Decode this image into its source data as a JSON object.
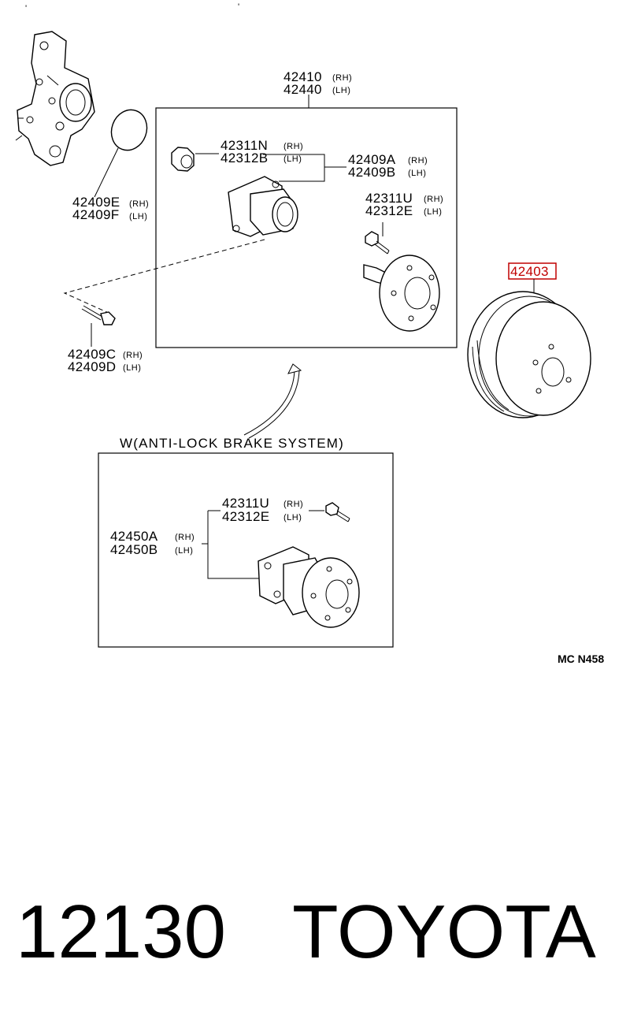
{
  "diagram": {
    "top_marks": [
      "'",
      "'"
    ],
    "main_box": {
      "title_rh": "42410",
      "title_rh_side": "(RH)",
      "title_lh": "42440",
      "title_lh_side": "(LH)",
      "nut_rh": "42311N",
      "nut_rh_side": "(RH)",
      "nut_lh": "42312B",
      "nut_lh_side": "(LH)",
      "bearing_rh": "42409A",
      "bearing_rh_side": "(RH)",
      "bearing_lh": "42409B",
      "bearing_lh_side": "(LH)",
      "bolt_rh": "42311U",
      "bolt_rh_side": "(RH)",
      "bolt_lh": "42312E",
      "bolt_lh_side": "(LH)"
    },
    "oring": {
      "rh": "42409E",
      "rh_side": "(RH)",
      "lh": "42409F",
      "lh_side": "(LH)"
    },
    "hubbolt": {
      "rh": "42409C",
      "rh_side": "(RH)",
      "lh": "42409D",
      "lh_side": "(LH)"
    },
    "drum": {
      "part": "42403",
      "highlight_color": "#c00000"
    },
    "abs_box": {
      "header": "W(ANTI-LOCK  BRAKE  SYSTEM)",
      "bolt_rh": "42311U",
      "bolt_rh_side": "(RH)",
      "bolt_lh": "42312E",
      "bolt_lh_side": "(LH)",
      "hub_rh": "42450A",
      "hub_rh_side": "(RH)",
      "hub_lh": "42450B",
      "hub_lh_side": "(LH)"
    },
    "drawing_code": "MC N458"
  },
  "footer": {
    "number": "12130",
    "brand": "TOYOTA"
  }
}
